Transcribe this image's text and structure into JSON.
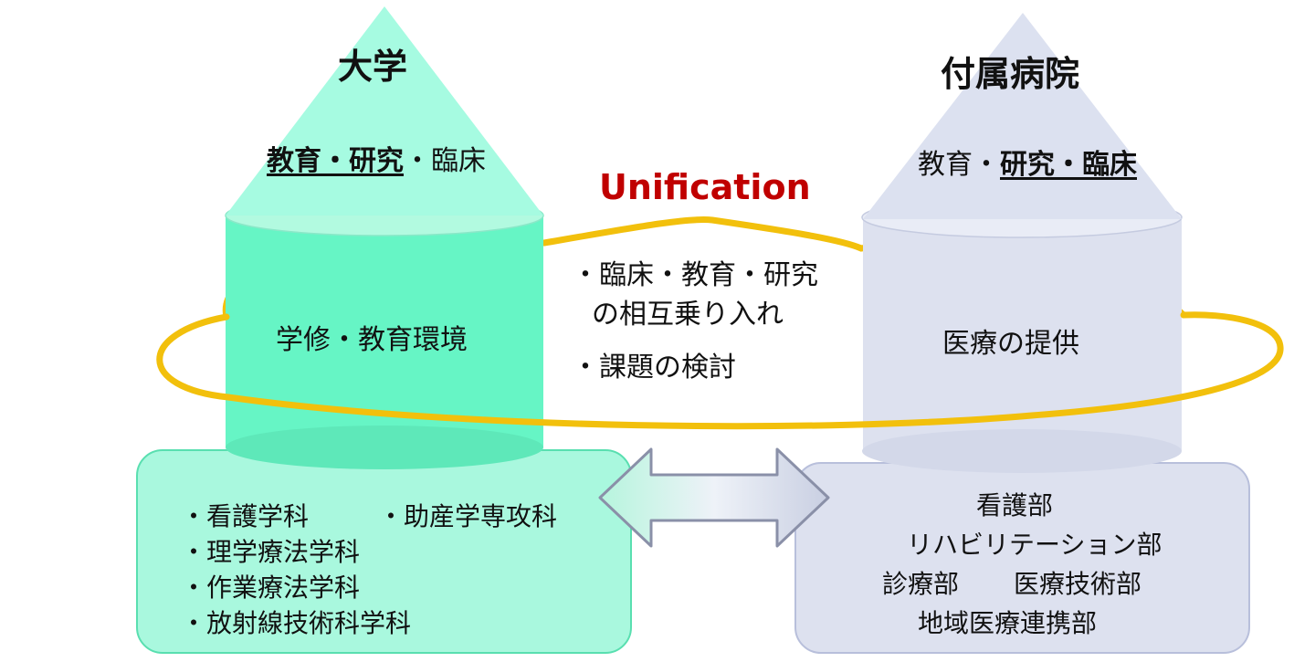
{
  "colors": {
    "university_fill": "#66f5c5",
    "university_light": "#a9f8de",
    "hospital_fill": "#dde1ef",
    "ring": "#f2c00c",
    "unification_text": "#c00000"
  },
  "university": {
    "title": "大学",
    "roles": {
      "strong": "教育・研究",
      "weak": "・臨床"
    },
    "core": "学修・教育環境",
    "departments": {
      "left": [
        "・看護学科",
        "・理学療法学科",
        "・作業療法学科",
        "・放射線技術科学科"
      ],
      "right": "・助産学専攻科"
    }
  },
  "hospital": {
    "title": "付属病院",
    "roles": {
      "weak": "教育・",
      "strong": "研究・臨床"
    },
    "core": "医療の提供",
    "departments": [
      "看護部",
      "リハビリテーション部",
      "診療部",
      "医療技術部",
      "地域医療連携部"
    ]
  },
  "unification": {
    "title": "Unification",
    "points": [
      "・臨床・教育・研究",
      "の相互乗り入れ",
      "・課題の検討"
    ]
  }
}
